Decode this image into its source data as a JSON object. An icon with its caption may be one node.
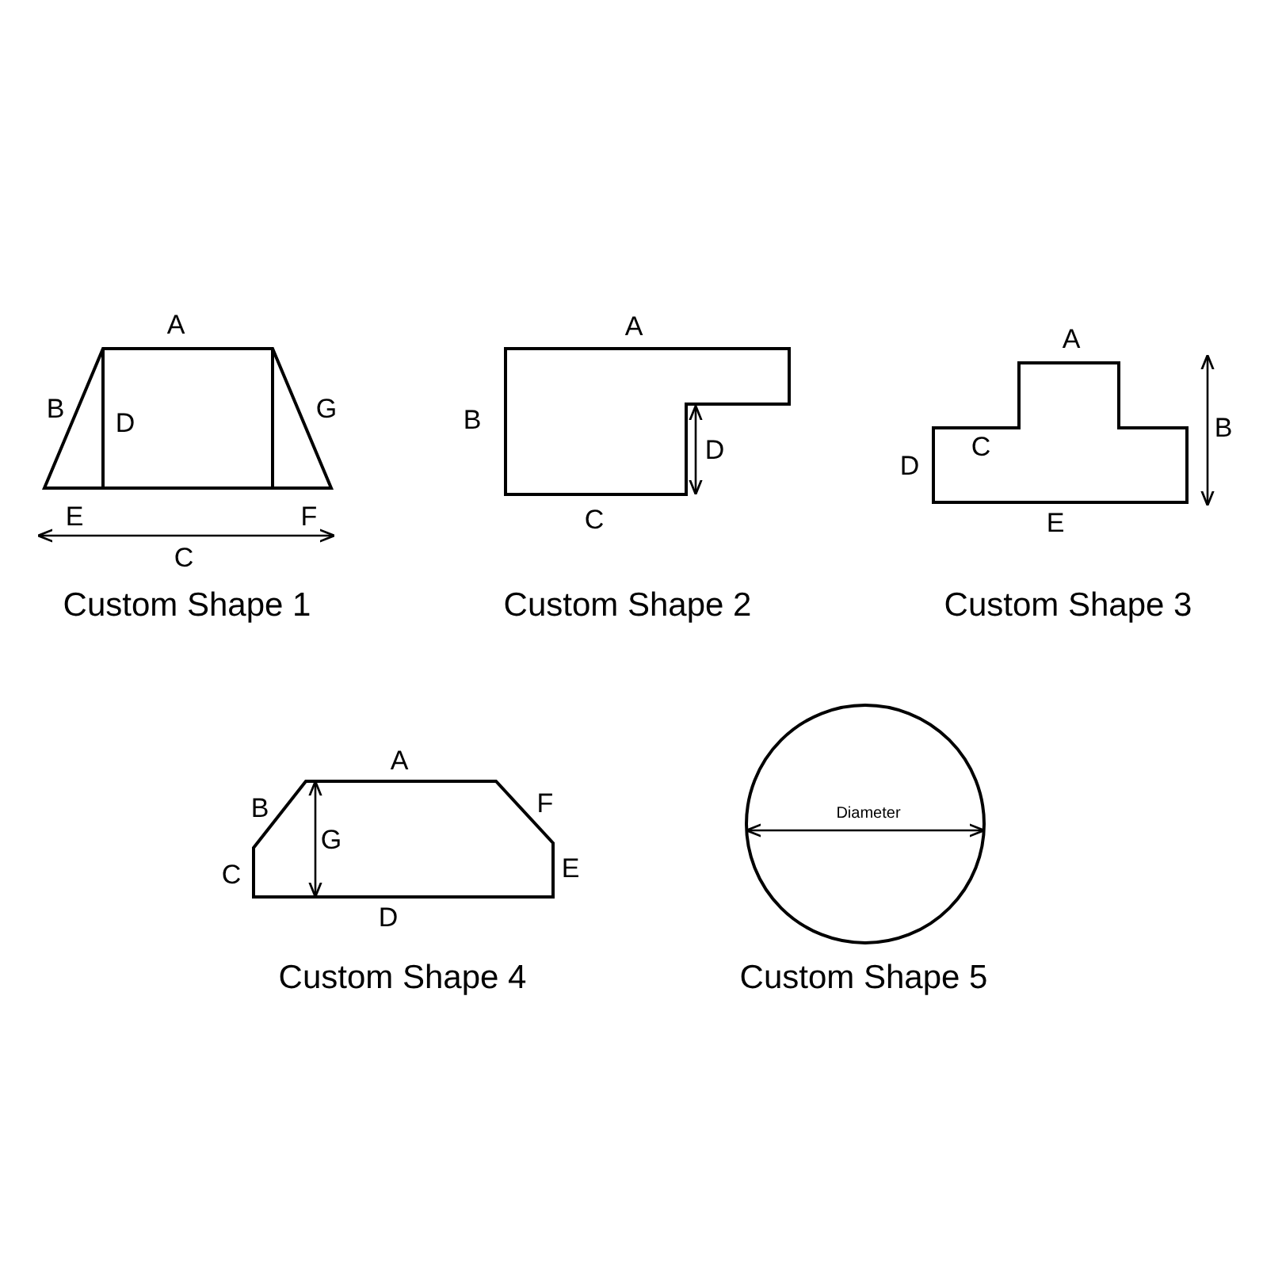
{
  "diagram": {
    "nodes": [
      {
        "text": [
          "D",
          "Custom Shape 1"
        ],
        "beside": [
          "A",
          "B",
          "G",
          "E",
          "F",
          "C"
        ]
      },
      {
        "text": [
          "Custom Shape 2"
        ],
        "beside": [
          "A",
          "B",
          "D",
          "C"
        ]
      },
      {
        "text": [
          "C",
          "Custom Shape 3"
        ],
        "beside": [
          "A",
          "B",
          "D",
          "E"
        ]
      },
      {
        "text": [
          "G",
          "Custom Shape 4"
        ],
        "beside": [
          "A",
          "B",
          "F",
          "C",
          "E",
          "D"
        ]
      },
      {
        "text": [
          "Diameter",
          "Custom Shape 5"
        ]
      }
    ]
  }
}
